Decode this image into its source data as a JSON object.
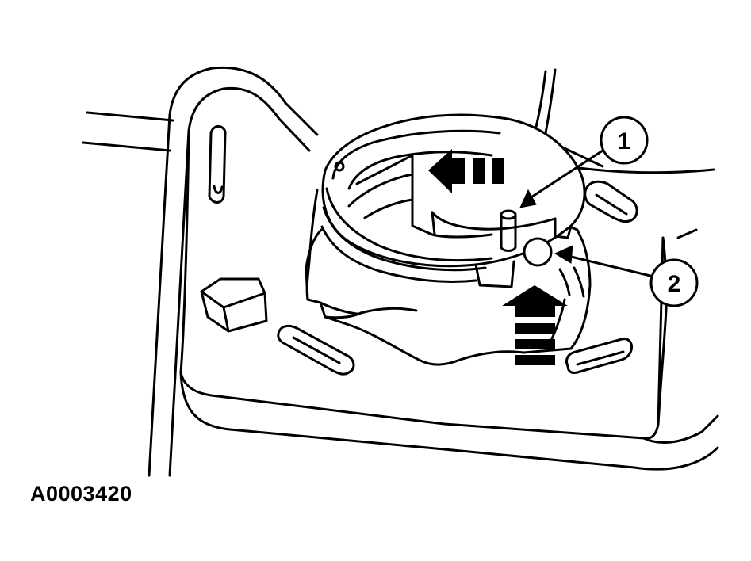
{
  "figure": {
    "id_label": "A0003420"
  },
  "callouts": [
    {
      "number": "1"
    },
    {
      "number": "2"
    }
  ],
  "colors": {
    "line": "#000000",
    "background": "#ffffff"
  }
}
